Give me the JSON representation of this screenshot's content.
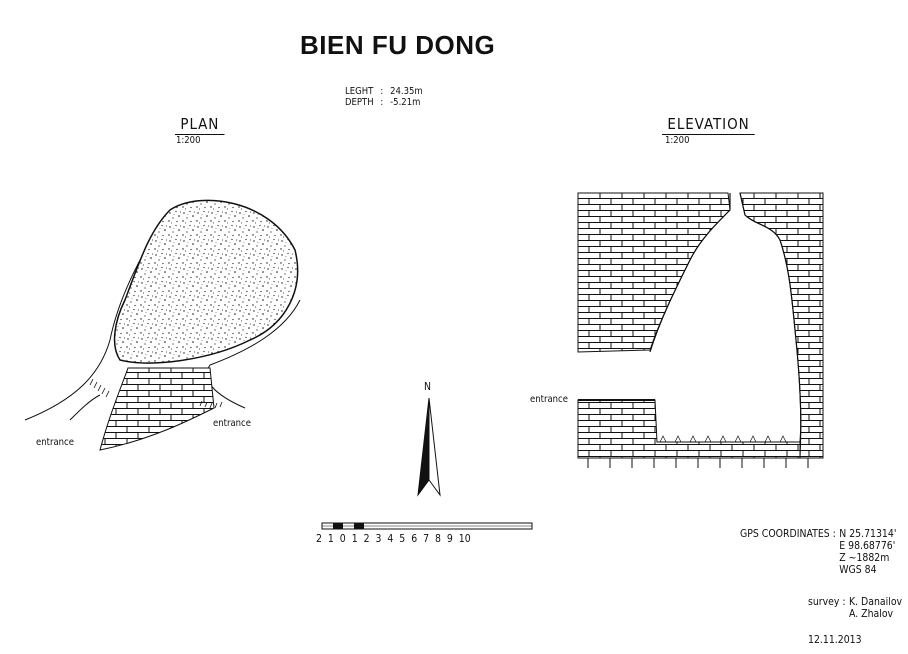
{
  "title": "BIEN FU DONG",
  "stats": {
    "length_label": "LEGHT",
    "length_value": "24.35m",
    "depth_label": "DEPTH",
    "depth_value": "-5.21m",
    "separator": ":"
  },
  "plan": {
    "label": "PLAN",
    "scale": "1:200",
    "entrance_labels": [
      "entrance",
      "entrance"
    ]
  },
  "elevation": {
    "label": "ELEVATION",
    "scale": "1:200",
    "entrance_label": "entrance"
  },
  "north": {
    "label": "N"
  },
  "scale_bar": {
    "ticks": [
      "2",
      "1",
      "0",
      "1",
      "2",
      "3",
      "4",
      "5",
      "6",
      "7",
      "8",
      "9",
      "10"
    ]
  },
  "gps": {
    "label": "GPS COORDINATES :",
    "lines": [
      "N  25.71314'",
      "E  98.68776'",
      "Z  ~1882m",
      "WGS  84"
    ]
  },
  "survey": {
    "label": "survey :",
    "names": [
      "K.  Danailov",
      "A.  Zhalov"
    ]
  },
  "date": "12.11.2013",
  "colors": {
    "ink": "#111111",
    "paper": "#ffffff"
  }
}
